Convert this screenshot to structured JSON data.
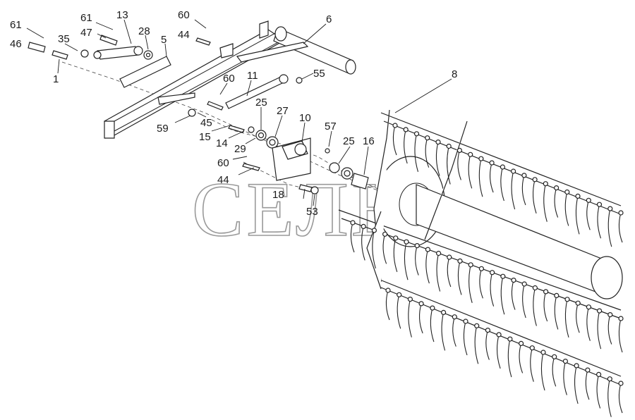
{
  "watermark": "СЕЛЬ",
  "callouts": [
    {
      "id": "c61a",
      "text": "61"
    },
    {
      "id": "c46",
      "text": "46"
    },
    {
      "id": "c35",
      "text": "35"
    },
    {
      "id": "c1",
      "text": "1"
    },
    {
      "id": "c61b",
      "text": "61"
    },
    {
      "id": "c47",
      "text": "47"
    },
    {
      "id": "c13",
      "text": "13"
    },
    {
      "id": "c28",
      "text": "28"
    },
    {
      "id": "c5",
      "text": "5"
    },
    {
      "id": "c60a",
      "text": "60"
    },
    {
      "id": "c44a",
      "text": "44"
    },
    {
      "id": "c6",
      "text": "6"
    },
    {
      "id": "c60b",
      "text": "60"
    },
    {
      "id": "c11",
      "text": "11"
    },
    {
      "id": "c55",
      "text": "55"
    },
    {
      "id": "c8",
      "text": "8"
    },
    {
      "id": "c25a",
      "text": "25"
    },
    {
      "id": "c27",
      "text": "27"
    },
    {
      "id": "c10",
      "text": "10"
    },
    {
      "id": "c59",
      "text": "59"
    },
    {
      "id": "c45",
      "text": "45"
    },
    {
      "id": "c15",
      "text": "15"
    },
    {
      "id": "c14",
      "text": "14"
    },
    {
      "id": "c29",
      "text": "29"
    },
    {
      "id": "c57",
      "text": "57"
    },
    {
      "id": "c25b",
      "text": "25"
    },
    {
      "id": "c16",
      "text": "16"
    },
    {
      "id": "c60c",
      "text": "60"
    },
    {
      "id": "c44b",
      "text": "44"
    },
    {
      "id": "c18",
      "text": "18"
    },
    {
      "id": "c53",
      "text": "53"
    }
  ]
}
